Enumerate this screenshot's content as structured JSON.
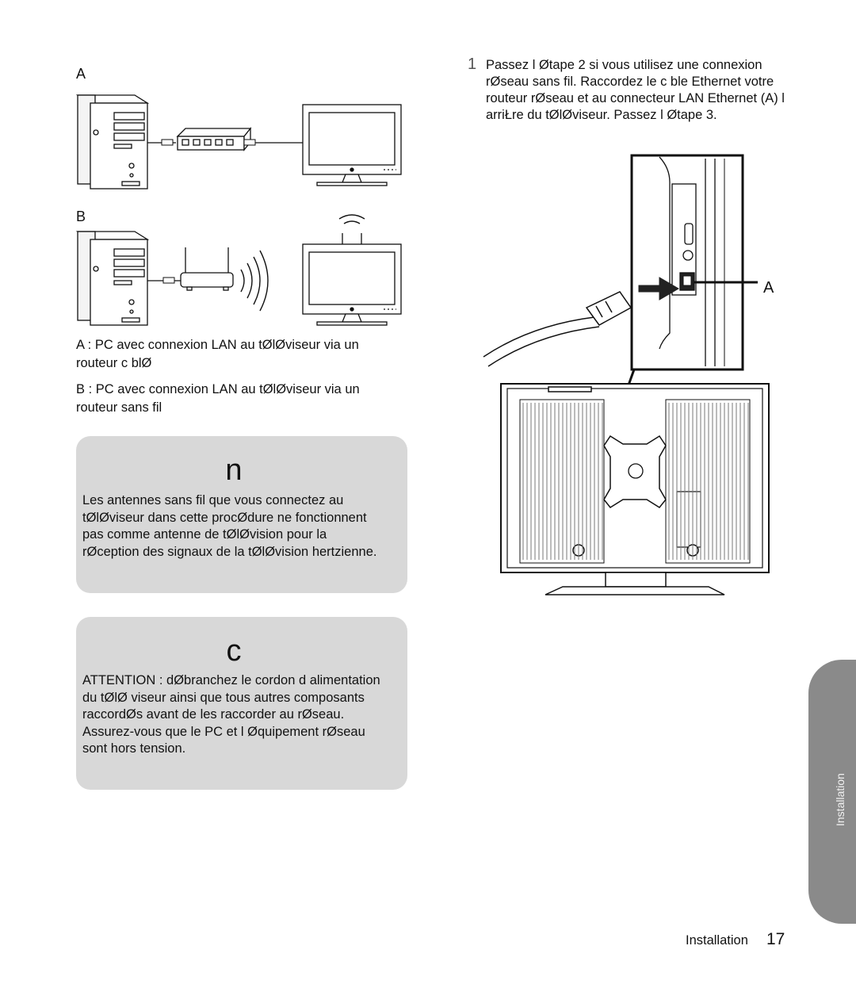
{
  "figures": {
    "label_a": "A",
    "label_b": "B",
    "caption_a": "A : PC avec connexion LAN au tØlØviseur via un routeur c blØ",
    "caption_b": "B : PC avec connexion LAN au tØlØviseur via un routeur sans fil"
  },
  "note_box": {
    "icon_glyph": "n",
    "text": "Les antennes sans fil que vous connectez au tØlØviseur dans  cette procØdure ne fonctionnent pas comme antenne de tØlØvision pour la rØception des signaux de la tØlØvision  hertzienne."
  },
  "caution_box": {
    "icon_glyph": "c",
    "text": "ATTENTION : dØbranchez le cordon d alimentation du tØlØ  viseur ainsi que tous autres composants raccordØs avant de les raccorder au rØseau. Assurez-vous que le PC et l Øquipement rØseau sont hors tension."
  },
  "step": {
    "number": "1",
    "text": "Passez  l Øtape 2 si vous utilisez une connexion rØseau sans fil. Raccordez le c ble Ethernet votre routeur rØseau et au connecteur LAN Ethernet (A)  l arriŁre du tØlØviseur. Passez l Øtape 3."
  },
  "tv_diagram": {
    "callout_label": "A"
  },
  "side_tab": {
    "label": "Installation"
  },
  "footer": {
    "section": "Installation",
    "page_number": "17"
  }
}
